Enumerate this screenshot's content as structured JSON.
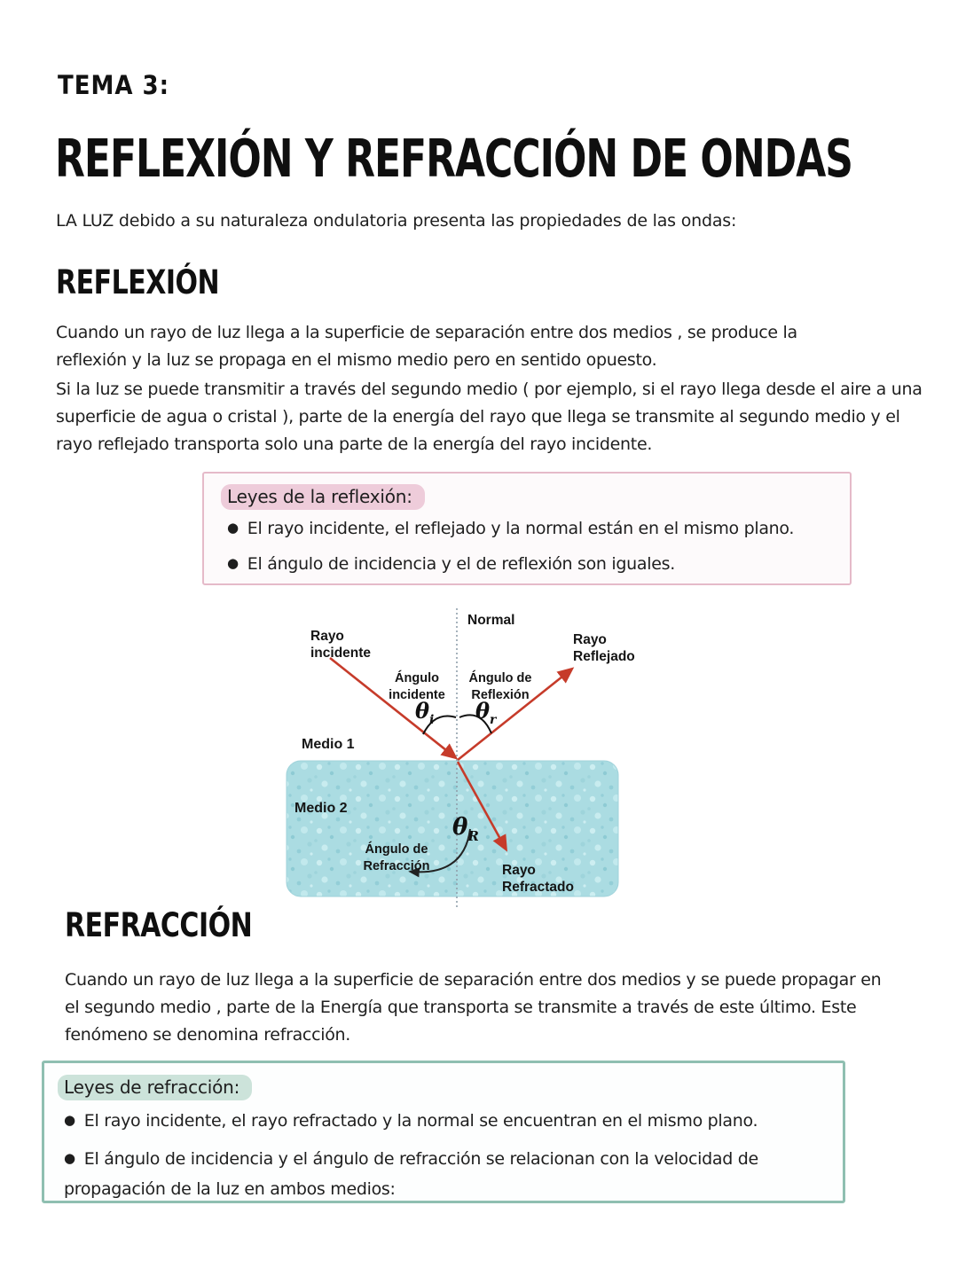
{
  "page": {
    "kicker": "TEMA 3:",
    "title": "REFLEXIÓN Y REFRACCIÓN DE ONDAS",
    "intro": "LA LUZ debido a su naturaleza ondulatoria presenta las propiedades de las ondas:"
  },
  "ui": {
    "bullet": "●"
  },
  "colors": {
    "pink_border": "#e5bac9",
    "pink_highlight": "#eeccda",
    "teal_border": "#8fbfb1",
    "teal_highlight": "#cce3da",
    "ray_red": "#c63b2a",
    "water_blue": "#abdce2",
    "text": "#1e1e1e"
  },
  "reflexion": {
    "heading": "REFLEXIÓN",
    "p1": "Cuando un rayo de luz llega a la superficie de separación entre dos medios , se produce la reflexión y la luz se propaga en el mismo medio pero en sentido opuesto.",
    "p2": "Si la luz se puede transmitir a través del segundo medio ( por ejemplo, si el rayo llega desde el aire a una superficie de agua o cristal ), parte de la energía del rayo que llega se transmite al segundo medio y el rayo reflejado transporta solo una parte de la energía del rayo incidente.",
    "laws_box": {
      "title": "Leyes de la reflexión:",
      "bullets": [
        "El rayo incidente, el reflejado y la normal están en el mismo plano.",
        "El ángulo de incidencia y el de reflexión son iguales."
      ]
    }
  },
  "diagram": {
    "normal": "Normal",
    "ray_incident_l1": "Rayo",
    "ray_incident_l2": "incidente",
    "ray_reflected_l1": "Rayo",
    "ray_reflected_l2": "Reflejado",
    "angle_incident_l1": "Ángulo",
    "angle_incident_l2": "incidente",
    "angle_reflection_l1": "Ángulo de",
    "angle_reflection_l2": "Reflexión",
    "angle_refraction_l1": "Ángulo de",
    "angle_refraction_l2": "Refracción",
    "ray_refracted_l1": "Rayo",
    "ray_refracted_l2": "Refractado",
    "medium1": "Medio 1",
    "medium2": "Medio 2",
    "theta": "θ",
    "sub_i": "i",
    "sub_r": "r",
    "sub_R": "R"
  },
  "refraccion": {
    "heading": "REFRACCIÓN",
    "p1": "Cuando un rayo de luz llega a la superficie de separación entre dos medios y se puede propagar en el segundo medio , parte de la Energía que transporta se transmite a través de este último. Este fenómeno se denomina refracción.",
    "laws_box": {
      "title": "Leyes de refracción:",
      "bullets": [
        "El rayo incidente, el rayo refractado y la normal se encuentran en el mismo plano.",
        "El ángulo de incidencia y el ángulo de refracción se relacionan con la velocidad de propagación de la luz en ambos medios:"
      ]
    }
  }
}
